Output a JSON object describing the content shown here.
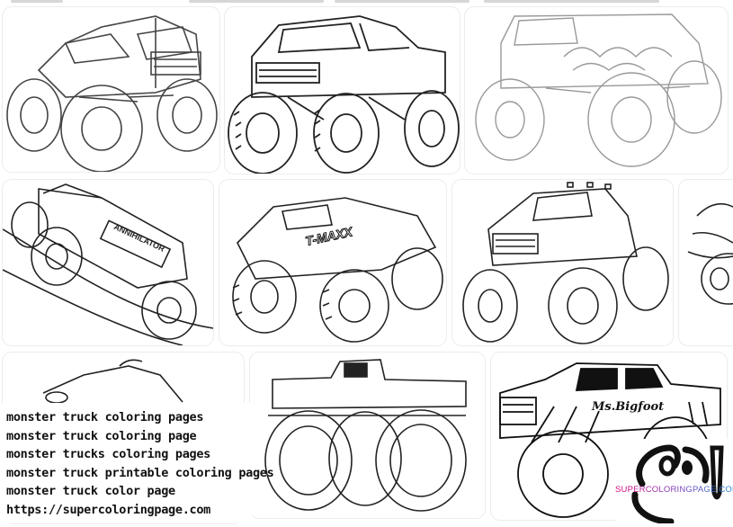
{
  "captions": [
    "monster truck coloring pages",
    "monster truck coloring page",
    "monster trucks coloring pages",
    "monster truck printable coloring pages",
    "monster truck color page",
    "https://supercoloringpage.com"
  ],
  "truck_labels": {
    "crusher": "ANNIHILATOR",
    "tmaxx": "T-MAXX",
    "bigfoot": "Ms.Bigfoot"
  },
  "logo": {
    "text": "SUPERCOLORINGPAGE.COM",
    "color_start": "#e0007a",
    "color_end": "#1b8fd6"
  },
  "colors": {
    "line": "#333333",
    "light_line": "#9a9a9a",
    "tile_border": "#ececec"
  }
}
